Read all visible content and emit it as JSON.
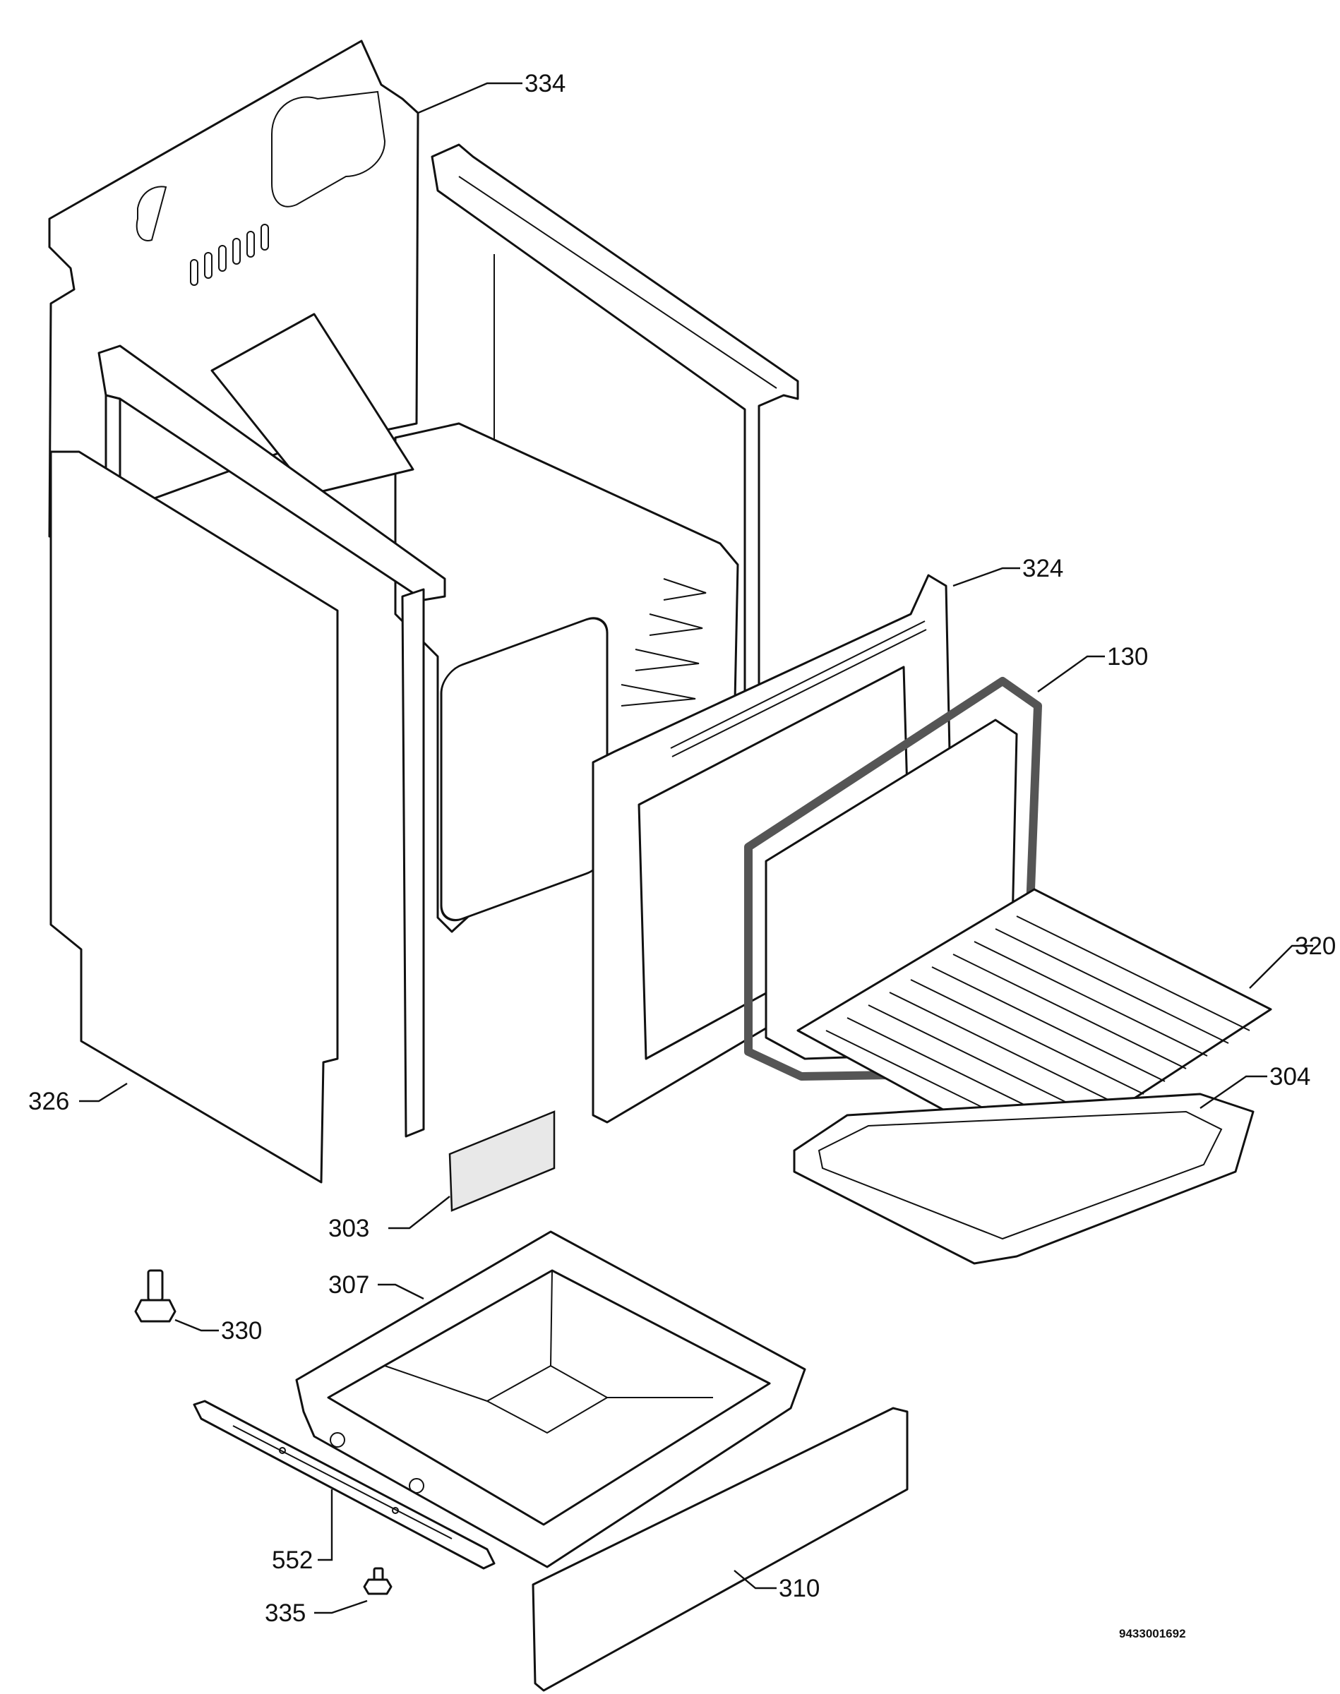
{
  "diagram": {
    "document_code": "9433001692",
    "callouts": [
      {
        "id": "334",
        "label": "334"
      },
      {
        "id": "324",
        "label": "324"
      },
      {
        "id": "130",
        "label": "130"
      },
      {
        "id": "320",
        "label": "320"
      },
      {
        "id": "304",
        "label": "304"
      },
      {
        "id": "326",
        "label": "326"
      },
      {
        "id": "303",
        "label": "303"
      },
      {
        "id": "307",
        "label": "307"
      },
      {
        "id": "330",
        "label": "330"
      },
      {
        "id": "552",
        "label": "552"
      },
      {
        "id": "335",
        "label": "335"
      },
      {
        "id": "310",
        "label": "310"
      }
    ]
  }
}
